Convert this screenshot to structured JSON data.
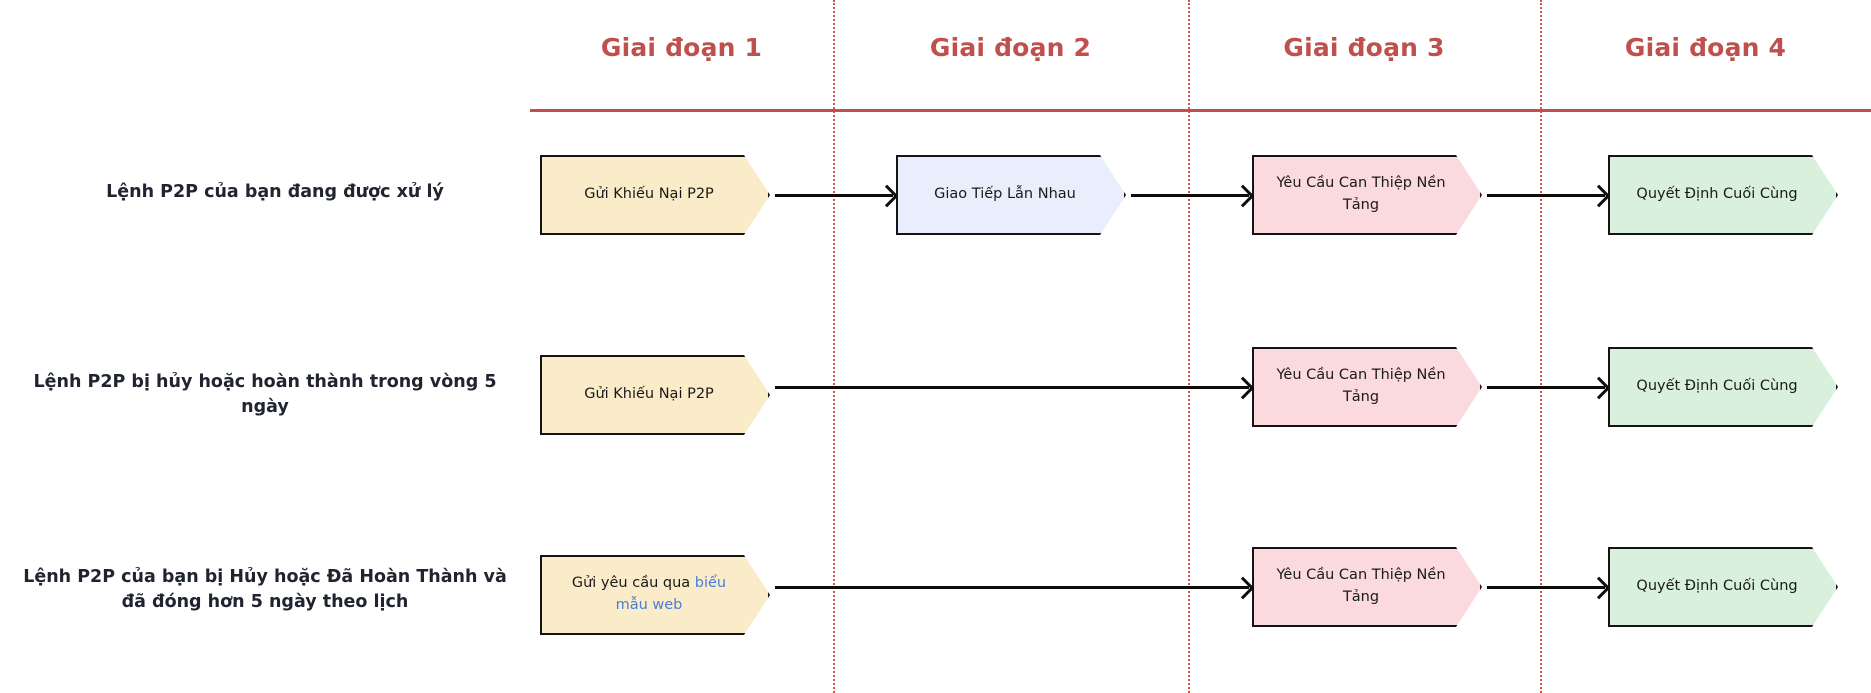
{
  "theme": {
    "accent_red": "#c0504d",
    "divider_red": "#d9534f",
    "fill_cream": "#faecc8",
    "fill_blue": "#e8eefb",
    "fill_pink": "#fadadd",
    "fill_green": "#d9f0dd",
    "link_blue": "#4a7ddb",
    "stroke": "#141414",
    "background": "#ffffff"
  },
  "stages": [
    {
      "label": "Giai đoạn 1"
    },
    {
      "label": "Giai đoạn 2"
    },
    {
      "label": "Giai đoạn 3"
    },
    {
      "label": "Giai đoạn 4"
    }
  ],
  "rows": [
    {
      "label": "Lệnh P2P của bạn đang được xử lý",
      "nodes": [
        {
          "text": "Gửi Khiếu Nại P2P",
          "fill": "cream"
        },
        {
          "text": "Giao Tiếp Lẫn Nhau",
          "fill": "blue"
        },
        {
          "text": "Yêu Cầu Can Thiệp Nền Tảng",
          "fill": "pink"
        },
        {
          "text": "Quyết Định Cuối Cùng",
          "fill": "green"
        }
      ]
    },
    {
      "label": "Lệnh P2P bị hủy hoặc hoàn thành trong vòng 5 ngày",
      "nodes": [
        {
          "text": "Gửi Khiếu Nại P2P",
          "fill": "cream"
        },
        {
          "text": "Yêu Cầu Can Thiệp Nền Tảng",
          "fill": "pink"
        },
        {
          "text": "Quyết Định Cuối Cùng",
          "fill": "green"
        }
      ]
    },
    {
      "label_line1": "Lệnh P2P của bạn bị Hủy hoặc Đã Hoàn Thành và",
      "label_line2": "đã đóng hơn 5 ngày theo lịch",
      "nodes": [
        {
          "text_prefix": "Gửi yêu cầu qua ",
          "text_link": "biểu mẫu web",
          "fill": "cream"
        },
        {
          "text": "Yêu Cầu Can Thiệp Nền Tảng",
          "fill": "pink"
        },
        {
          "text": "Quyết Định Cuối Cùng",
          "fill": "green"
        }
      ]
    }
  ]
}
